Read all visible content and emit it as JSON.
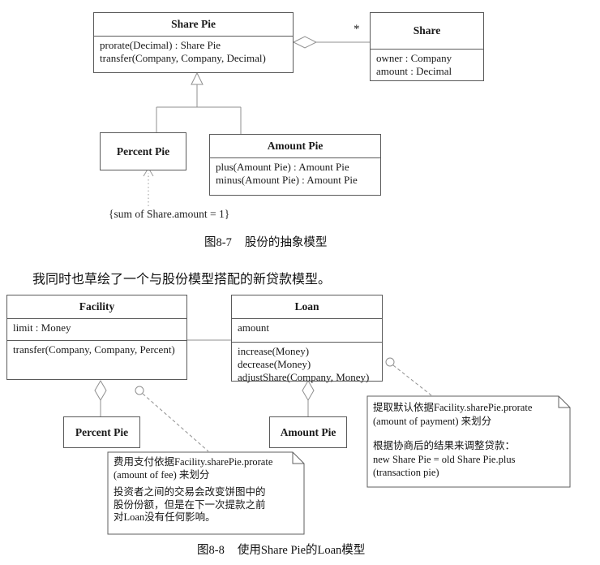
{
  "figure1": {
    "classes": {
      "share_pie": {
        "title": "Share Pie",
        "operations": "prorate(Decimal) : Share Pie\ntransfer(Company, Company, Decimal)"
      },
      "share": {
        "title": "Share",
        "attributes": "owner : Company\namount : Decimal"
      },
      "percent_pie": {
        "title": "Percent Pie"
      },
      "amount_pie": {
        "title": "Amount Pie",
        "operations": "plus(Amount Pie) : Amount Pie\nminus(Amount Pie) : Amount Pie"
      }
    },
    "multiplicity_star": "*",
    "constraint": "{sum of Share.amount = 1}",
    "caption": {
      "num": "图8-7",
      "text": "股份的抽象模型"
    }
  },
  "paragraph": "我同时也草绘了一个与股份模型搭配的新贷款模型。",
  "figure2": {
    "classes": {
      "facility": {
        "title": "Facility",
        "attributes": "limit : Money",
        "operations": "transfer(Company, Company, Percent)"
      },
      "loan": {
        "title": "Loan",
        "attributes": "amount",
        "operations": "increase(Money)\ndecrease(Money)\nadjustShare(Company, Money)"
      },
      "percent_pie": {
        "title": "Percent Pie"
      },
      "amount_pie": {
        "title": "Amount Pie"
      }
    },
    "notes": {
      "fee_note": {
        "p1": "费用支付依据Facility.sharePie.prorate\n(amount of fee) 来划分",
        "p2": "投资者之间的交易会改变饼图中的\n股份份额，但是在下一次提款之前\n对Loan没有任何影响。"
      },
      "drawdown_note": {
        "p1": "提取默认依据Facility.sharePie.prorate\n(amount of payment) 来划分",
        "p2": "根据协商后的结果来调整贷款：\nnew Share Pie = old Share Pie.plus\n(transaction pie)"
      }
    },
    "caption": {
      "num": "图8-8",
      "text": "使用Share Pie的Loan模型"
    }
  },
  "colors": {
    "box_border": "#5a5a5a",
    "connector": "#8f8f8f",
    "background": "#ffffff",
    "text": "#1a1a1a"
  }
}
